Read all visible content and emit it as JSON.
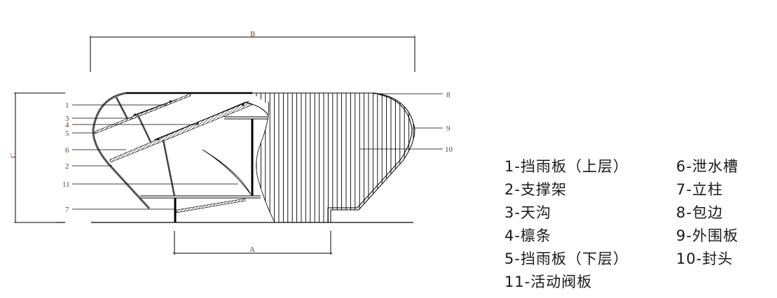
{
  "dimensions": {
    "A": "A",
    "B": "B",
    "C": "C"
  },
  "callouts": {
    "left": [
      "1",
      "3",
      "4",
      "5",
      "6",
      "2",
      "11",
      "7"
    ],
    "right": [
      "8",
      "9",
      "10"
    ]
  },
  "legend": {
    "col1": [
      "1-挡雨板（上层）",
      "2-支撑架",
      "3-天沟",
      "4-檩条",
      "5-挡雨板（下层）",
      "11-活动阀板"
    ],
    "col2": [
      "6-泄水槽",
      "7-立柱",
      "8-包边",
      "9-外围板",
      "10-封头"
    ]
  },
  "colors": {
    "line": "#000000",
    "label": "#6b3a2a"
  }
}
